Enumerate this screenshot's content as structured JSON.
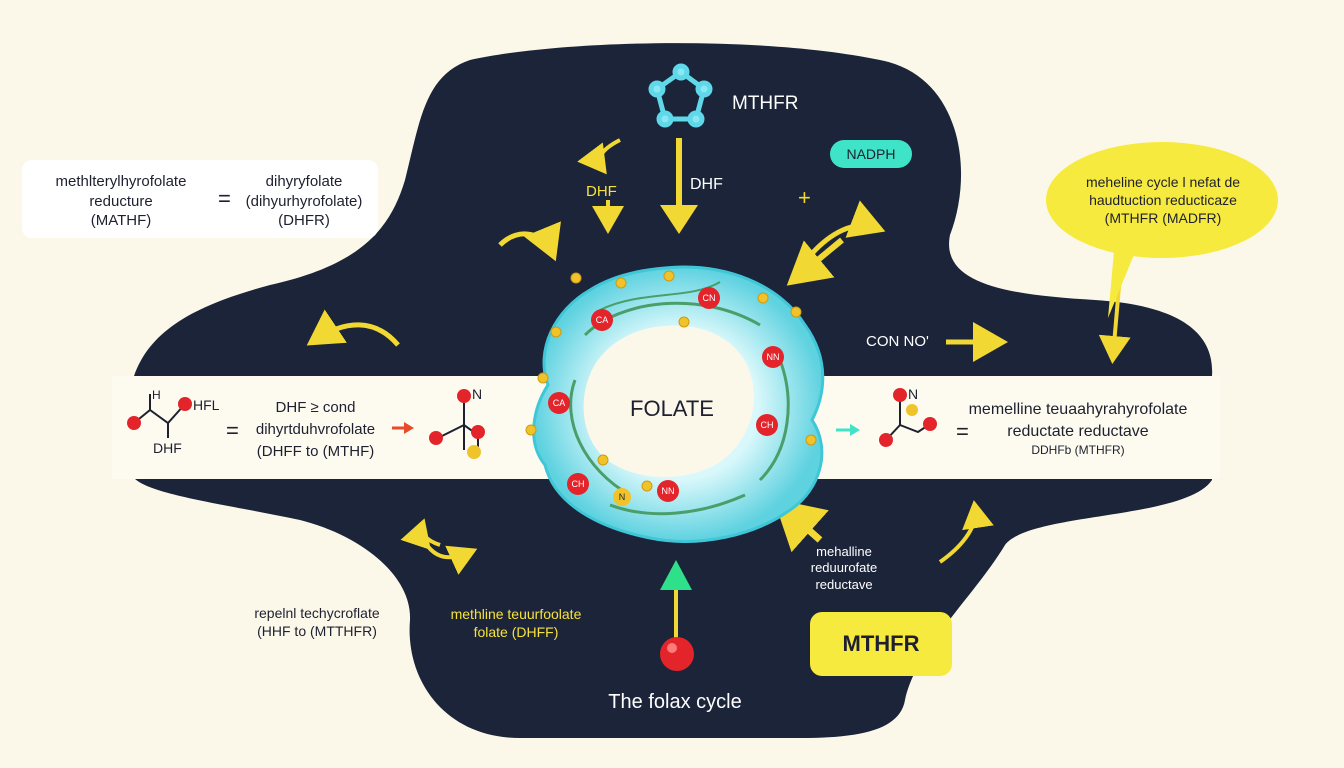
{
  "top_enzyme_label": "MTHFR",
  "nadph_pill": "NADPH",
  "dhf_left": "DHF",
  "dhf_center": "DHF",
  "plus_sign": "+",
  "left_box": {
    "col1": [
      "methlterylhyrofolate",
      "reducture",
      "(MATHF)"
    ],
    "equals": "=",
    "col2": [
      "dihyryfolate",
      "(dihyurhyrofolate)",
      "(DHFR)"
    ]
  },
  "callout": [
    "meheline cycle l nefat de",
    "haudtuction reducticaze",
    "(MTHFR (MADFR)"
  ],
  "con_label": "CON NO'",
  "band_left": {
    "mol_label_top": "HFL",
    "mol_label_h": "H",
    "mol_label_bottom": "DHF",
    "equals": "=",
    "text": [
      "DHF ≥ cond",
      "dihyrtduhvrofolate",
      "(DHFF  to  (MTHF)"
    ],
    "mol2_label": "N"
  },
  "center_label": "FOLATE",
  "ring_atom_labels": [
    "CN",
    "CA",
    "NN",
    "CA",
    "CH",
    "CH",
    "NN",
    "N"
  ],
  "band_right": {
    "mol_label": "N",
    "equals": "=",
    "text": [
      "memelline teuaahyrahyrofolate",
      "reductate reductave",
      "DDHFb (MTHFR)"
    ]
  },
  "lower_right_label": [
    "mehalline",
    "reduurofate",
    "reductave"
  ],
  "mthfr_box": "MTHFR",
  "lower_left_text": [
    "repelnl techycroflate",
    "(HHF to (MTTHFR)"
  ],
  "bottom_yellow_text": [
    "methline teuurfoolate",
    "folate (DHFF)"
  ],
  "title": "The folax cycle",
  "colors": {
    "background": "#fbf8ea",
    "dark_blob": "#1b2438",
    "arrow_yellow": "#f2d832",
    "ring_cyan": "#8ee6ee",
    "node_red": "#e3242b",
    "node_gold": "#f0c32a",
    "accent_teal": "#3fe3c7",
    "arrow_green": "#2fe08a",
    "arrow_red": "#e84a2b"
  }
}
